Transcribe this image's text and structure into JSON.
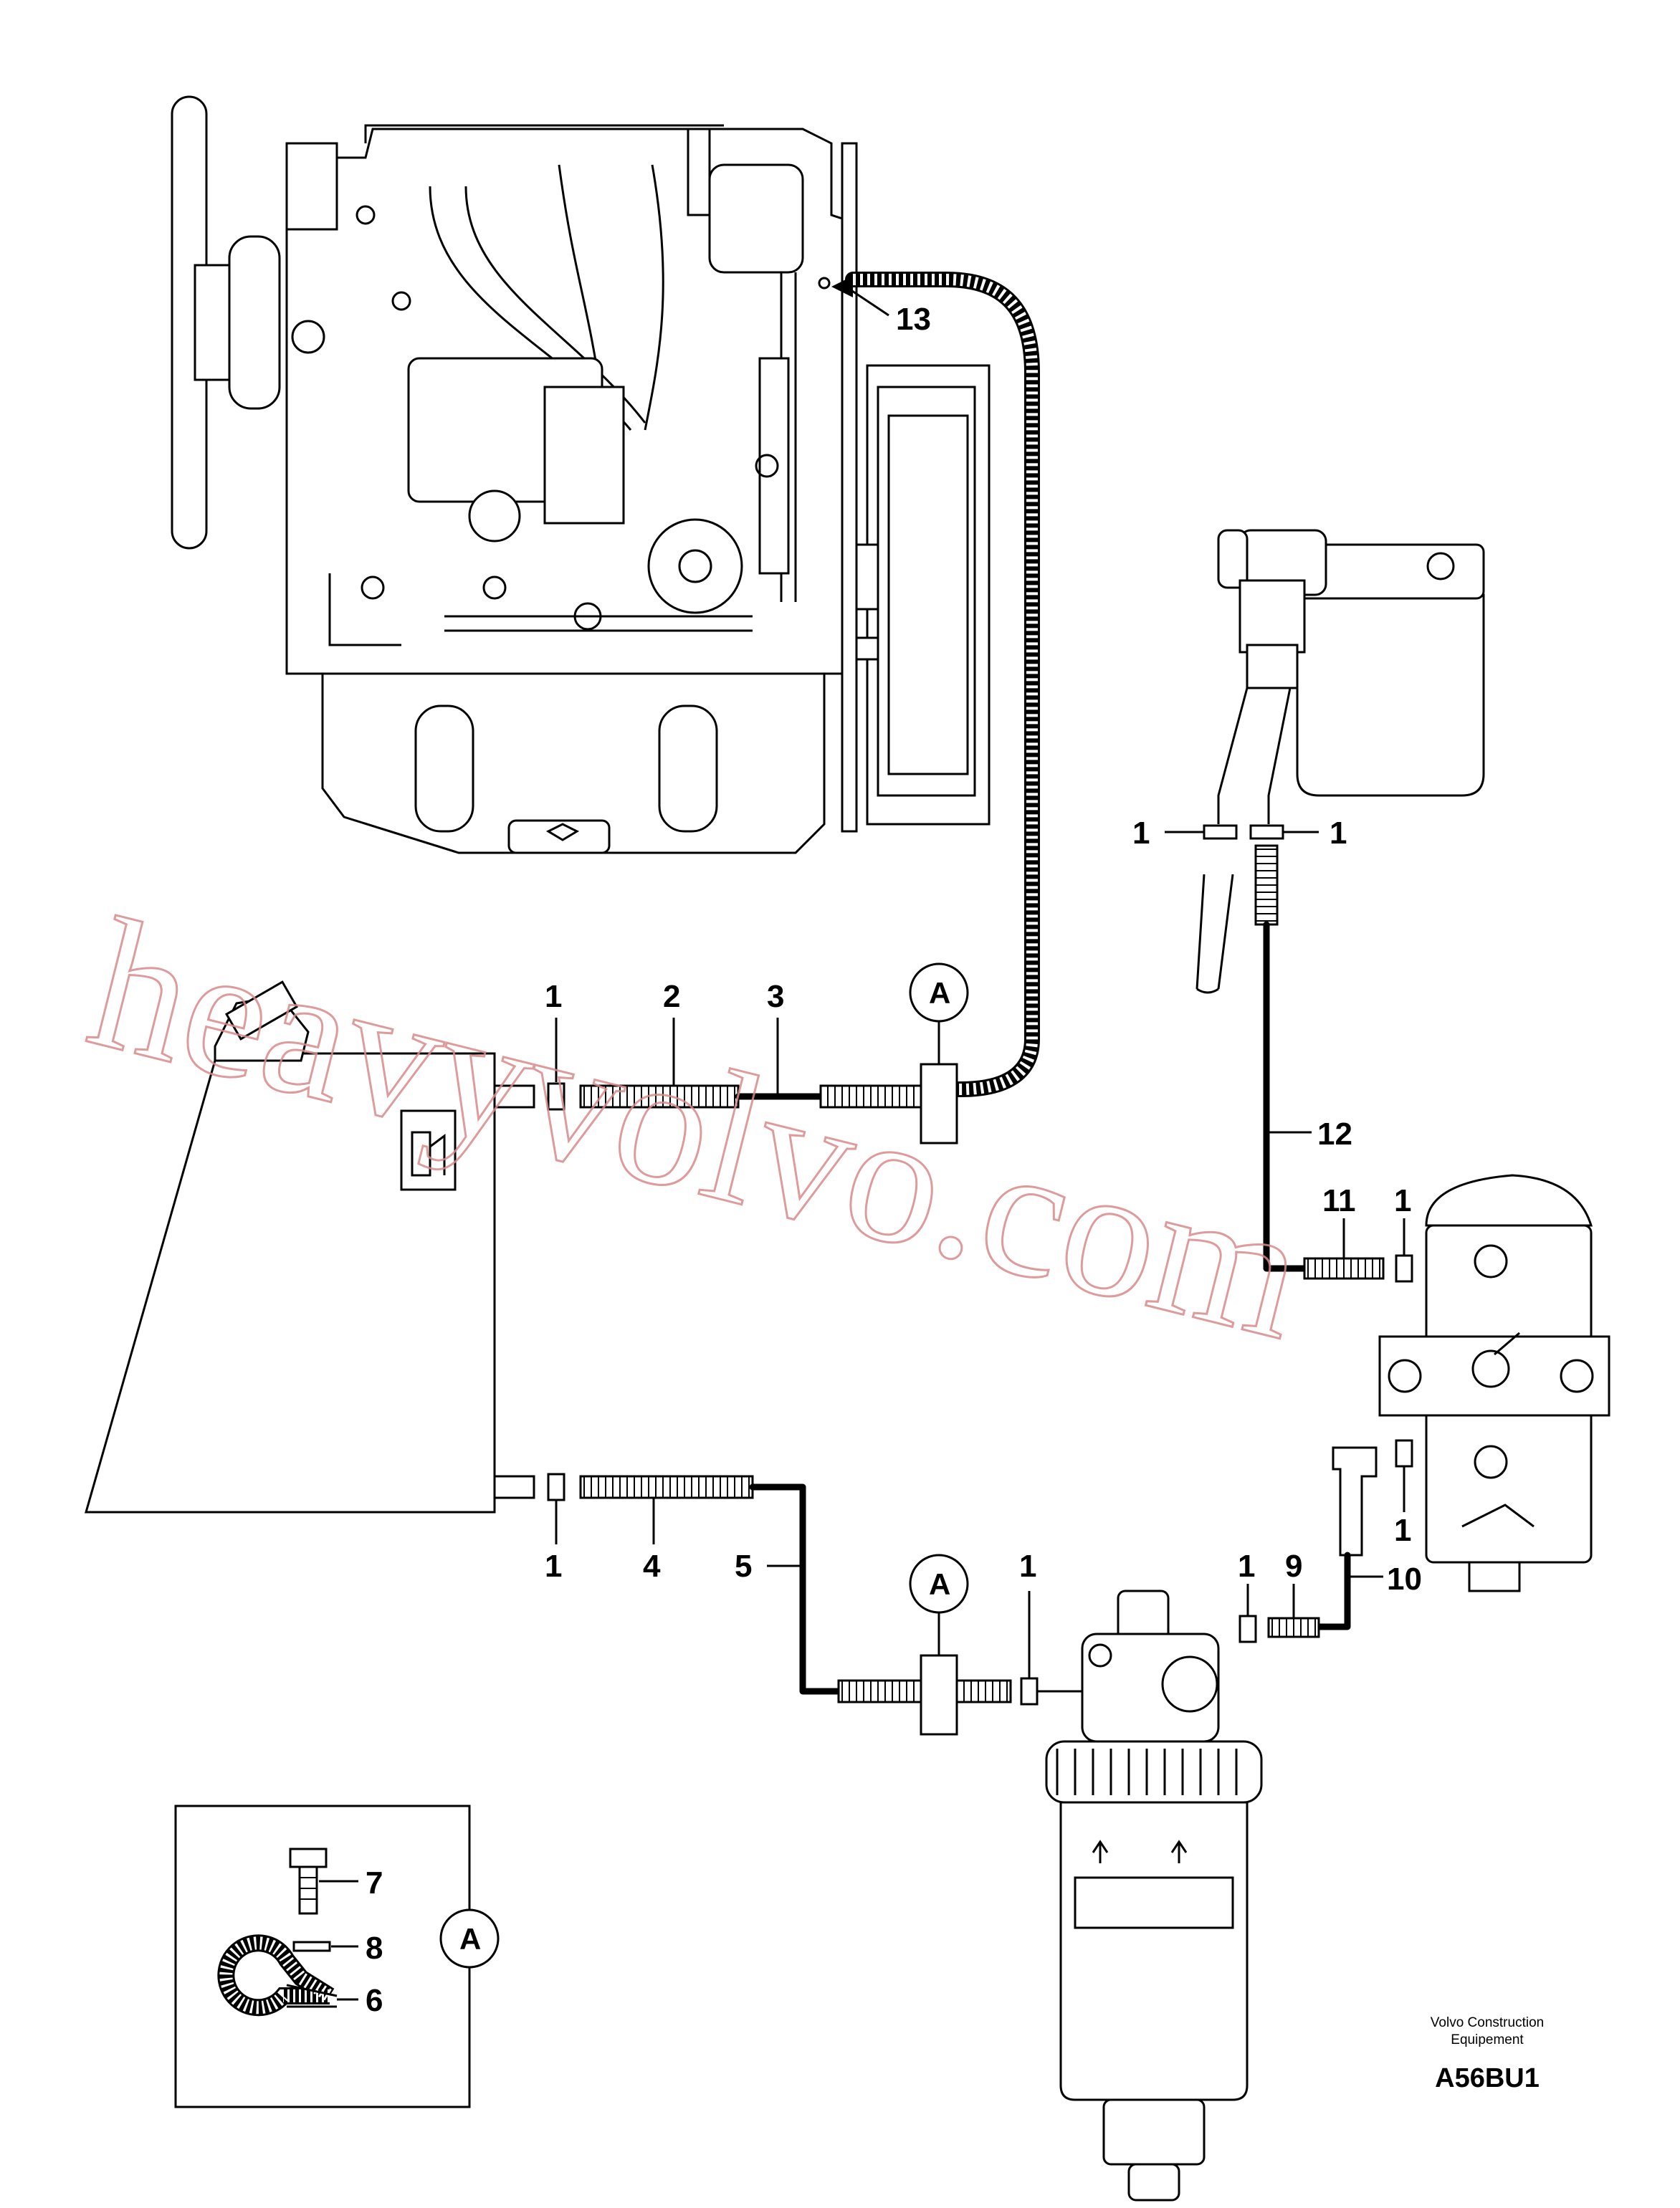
{
  "callouts": {
    "c1_top_left": "1",
    "c1_top_right": "1",
    "c1_tank_top": "1",
    "c2": "2",
    "c3": "3",
    "c13": "13",
    "c12": "12",
    "c11": "11",
    "c1_filter_top": "1",
    "c1_filter_bottom": "1",
    "c1_tank_bottom": "1",
    "c4": "4",
    "c5": "5",
    "c1_sep_left": "1",
    "c1_sep_right": "1",
    "c9": "9",
    "c10": "10",
    "c7": "7",
    "c8": "8",
    "c6": "6"
  },
  "clamp_ref": {
    "top": "A",
    "bottom": "A",
    "detail": "A"
  },
  "footer": {
    "line1": "Volvo Construction",
    "line2": "Equipement",
    "code": "A56BU1"
  },
  "watermark": "heavyvolvo.com",
  "colors": {
    "line": "#000000",
    "watermark": "#d98a8a"
  }
}
